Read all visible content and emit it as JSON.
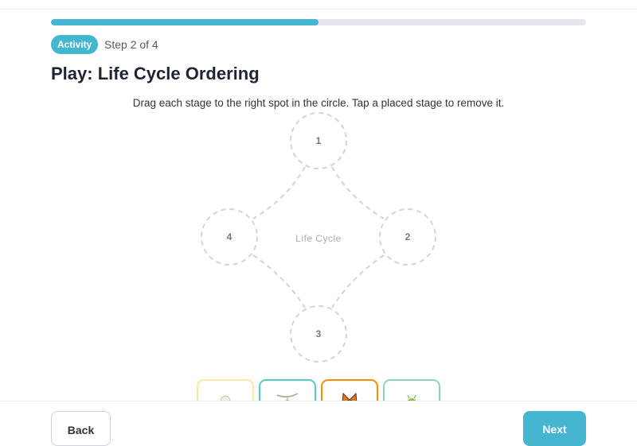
{
  "progress": {
    "percent": 50,
    "color": "#45b6d0"
  },
  "header": {
    "badge": "Activity",
    "step": "Step 2 of 4",
    "title": "Play: Life Cycle Ordering"
  },
  "instructions": "Drag each stage to the right spot in the circle. Tap a placed stage to remove it.",
  "diagram": {
    "center_label": "Life Cycle",
    "slots": [
      "1",
      "2",
      "3",
      "4"
    ]
  },
  "cards": [
    {
      "icon": "egg-icon",
      "border": "#fde7a4"
    },
    {
      "icon": "chrysalis-icon",
      "border": "#4fcfc4"
    },
    {
      "icon": "butterfly-icon",
      "border": "#fb8c0a"
    },
    {
      "icon": "caterpillar-icon",
      "border": "#8fd3b8"
    }
  ],
  "footer": {
    "back": "Back",
    "next": "Next"
  }
}
